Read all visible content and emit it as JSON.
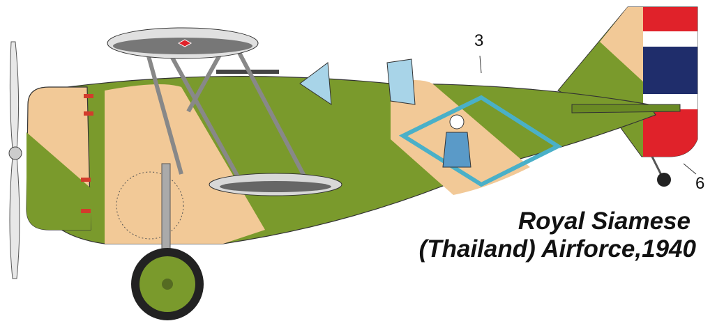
{
  "caption": {
    "line1": "Royal Siamese",
    "line2": "(Thailand) Airforce,1940"
  },
  "callouts": {
    "a": "3",
    "b": "6"
  },
  "colors": {
    "green": "#7a9a2c",
    "tan": "#f2c997",
    "insignia_red": "#e0222a",
    "insignia_blue": "#1f2d6b",
    "diamond": "#4ab0c8"
  }
}
